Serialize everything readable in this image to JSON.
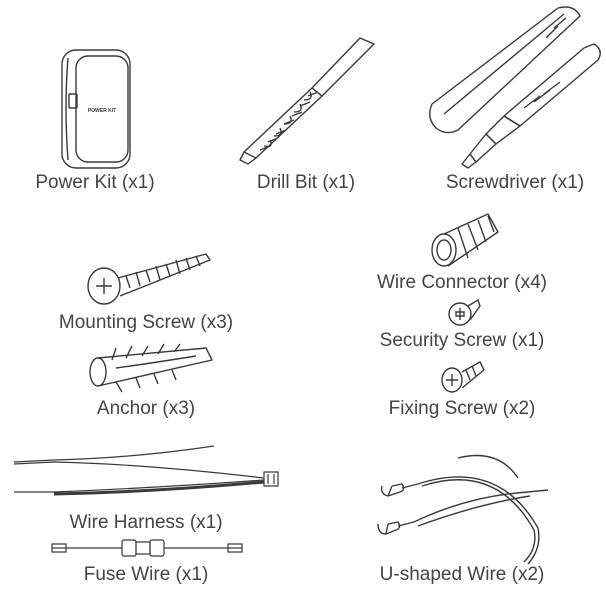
{
  "items": {
    "power_kit": {
      "label": "Power Kit (x1)",
      "device_text": "POWER KIT"
    },
    "drill_bit": {
      "label": "Drill Bit (x1)"
    },
    "screwdriver": {
      "label": "Screwdriver (x1)"
    },
    "mounting_screw": {
      "label": "Mounting Screw (x3)"
    },
    "wire_connector": {
      "label": "Wire Connector (x4)"
    },
    "security_screw": {
      "label": "Security Screw (x1)"
    },
    "anchor": {
      "label": "Anchor (x3)"
    },
    "fixing_screw": {
      "label": "Fixing Screw (x2)"
    },
    "wire_harness": {
      "label": "Wire Harness (x1)"
    },
    "fuse_wire": {
      "label": "Fuse Wire (x1)"
    },
    "u_shaped_wire": {
      "label": "U-shaped Wire (x2)"
    }
  },
  "colors": {
    "line": "#3a3a3a",
    "text": "#444444"
  }
}
